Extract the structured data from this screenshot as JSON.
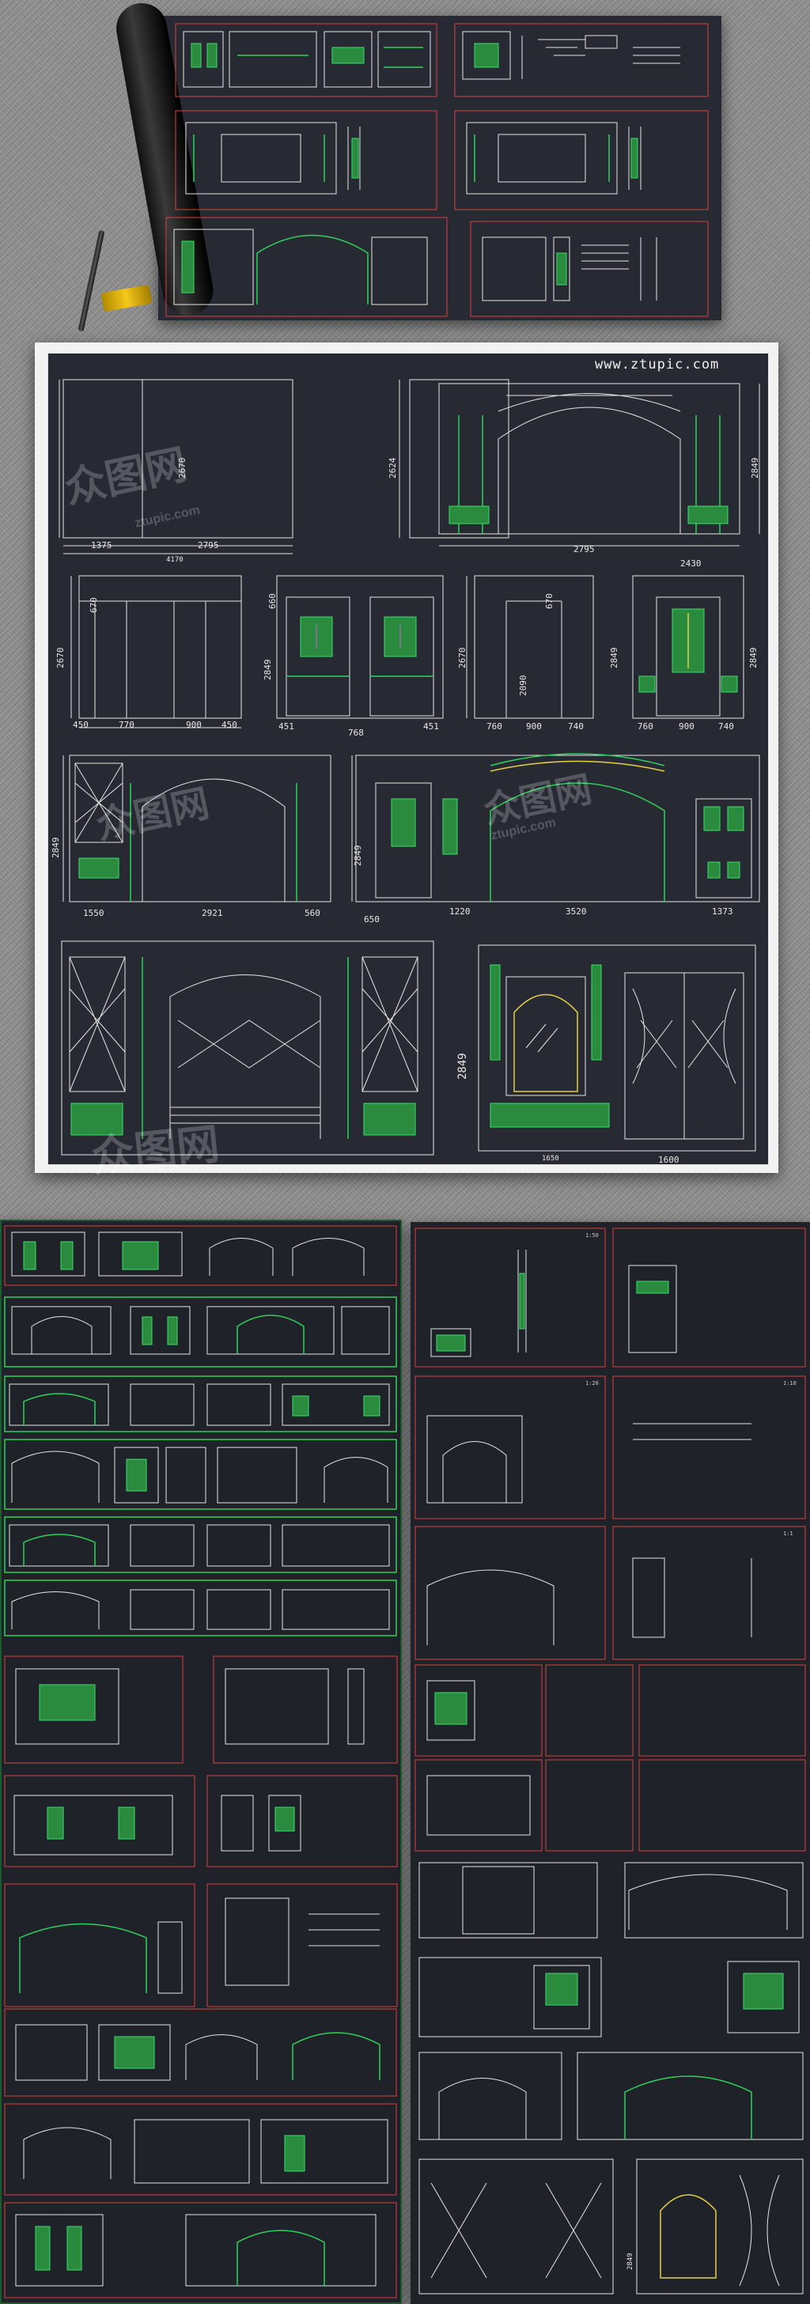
{
  "site": {
    "watermark_url": "www.ztupic.com",
    "wm_text": "众图网",
    "wm_small": "ztupic.com"
  },
  "colors": {
    "bg": "#272a33",
    "line": "#e6e6e6",
    "green": "#2fd15a",
    "red": "#d94040",
    "yellow": "#e6d046"
  },
  "main": {
    "dims": {
      "a_w1": "1375",
      "a_w2": "2795",
      "a_sub": "4170",
      "a_h": "2670",
      "b_h": "2624",
      "b_w": "2795",
      "c_h": "2849",
      "c_w": "2430",
      "d_h1": "2670",
      "d_t": "670",
      "d_w": [
        "450",
        "770",
        "900",
        "450"
      ],
      "e_h": "2849",
      "e_t": "660",
      "e_w": [
        "451",
        "768",
        "451"
      ],
      "f_h1": "2670",
      "f_h2": "2090",
      "f_t": "670",
      "f_w": [
        "760",
        "900",
        "740"
      ],
      "g_h": "2849",
      "g_w": [
        "760",
        "900",
        "740"
      ],
      "h_h": "2849",
      "h_w": [
        "1550",
        "2921",
        "560"
      ],
      "i_h": "2849",
      "i_w": [
        "650",
        "1220",
        "3520",
        "1373"
      ],
      "k_h": "2849",
      "k_w": [
        "1650",
        "1600"
      ]
    }
  },
  "lower": {
    "labels": [
      "1:50",
      "1:20",
      "1:10",
      "1:1"
    ]
  }
}
